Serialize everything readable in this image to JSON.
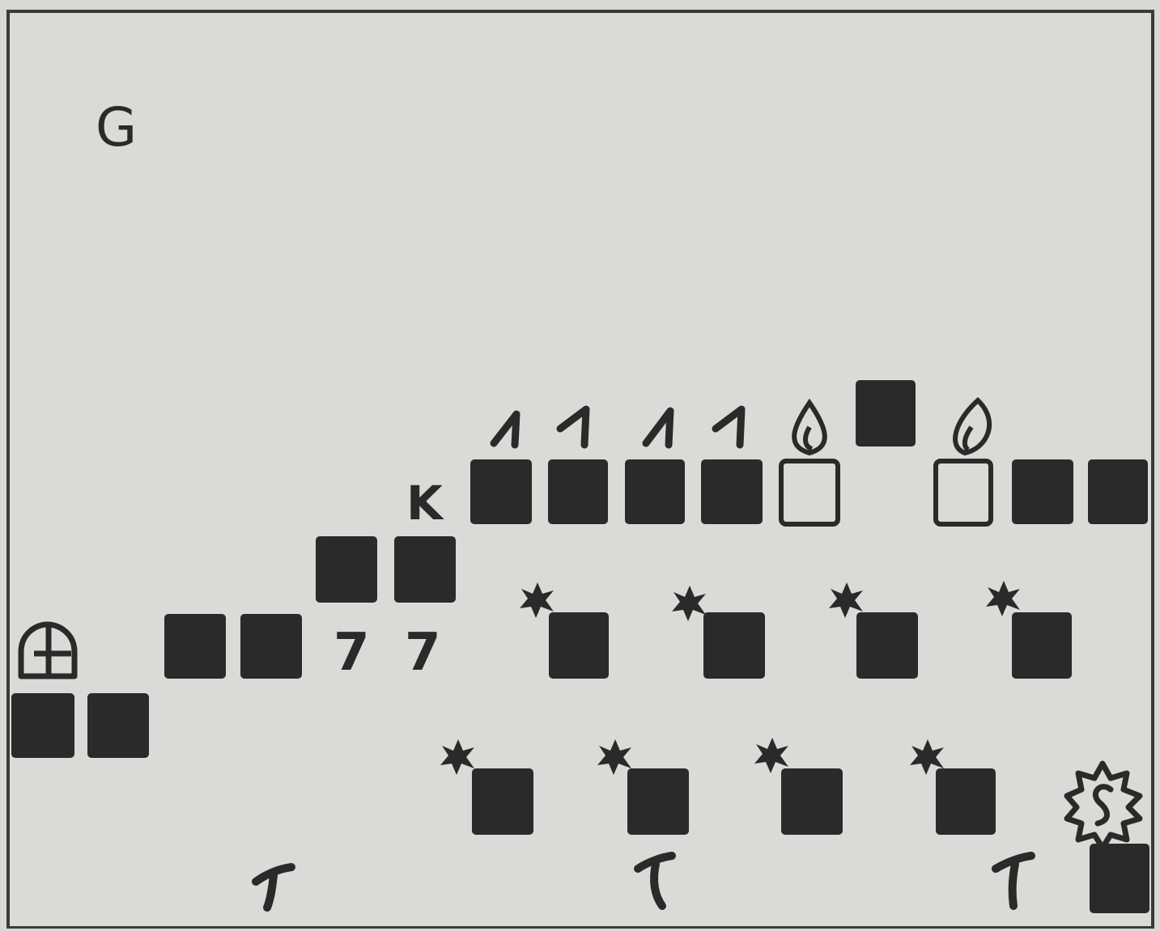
{
  "level": {
    "label": "G"
  },
  "markers": {
    "key": "K",
    "number_seven": "7"
  },
  "legend": {
    "block": "solid-block",
    "candle": "candle-pickup",
    "spike": "spike-hazard",
    "star": "star-mine",
    "door": "exit-door",
    "sun": "sun-bonus",
    "sprout": "sprout-plant"
  },
  "colors": {
    "ink": "#2a2a2a",
    "paper": "#dadad8"
  }
}
